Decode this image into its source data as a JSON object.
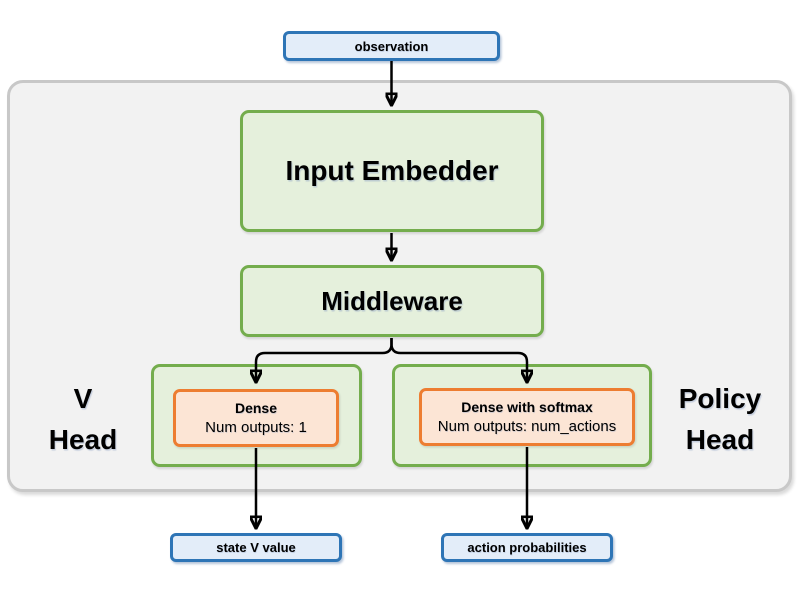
{
  "diagram": {
    "observation": {
      "label": "observation"
    },
    "input_embedder": {
      "label": "Input Embedder"
    },
    "middleware": {
      "label": "Middleware"
    },
    "v_head": {
      "line1": "V",
      "line2": "Head"
    },
    "policy_head": {
      "line1": "Policy",
      "line2": "Head"
    },
    "dense": {
      "title": "Dense",
      "subtitle": "Num outputs: 1"
    },
    "dense_softmax": {
      "title": "Dense with softmax",
      "subtitle": "Num outputs: num_actions"
    },
    "state_v_value": {
      "label": "state V value"
    },
    "action_probabilities": {
      "label": "action probabilities"
    }
  },
  "colors": {
    "blue_border": "#2E75B6",
    "blue_fill": "#E3EDF9",
    "green_border": "#74AD4D",
    "green_fill": "#E5F0DC",
    "orange_border": "#ED7D31",
    "orange_fill": "#FCE5D5",
    "container_fill": "#F2F2F2",
    "container_border": "#C8C8C8",
    "arrow": "#000000",
    "text": "#000000"
  }
}
